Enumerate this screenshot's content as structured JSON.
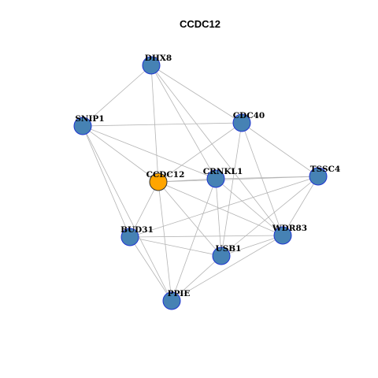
{
  "title": "CCDC12",
  "colors": {
    "node_fill": "#4682b4",
    "node_stroke": "#1f35d1",
    "focus_fill": "#ffa500",
    "focus_stroke": "#333333",
    "edge": "#b4b4b4"
  },
  "nodes": [
    {
      "id": "DHX8",
      "label": "DHX8",
      "focus": false
    },
    {
      "id": "SNIP1",
      "label": "SNIP1",
      "focus": false
    },
    {
      "id": "CDC40",
      "label": "CDC40",
      "focus": false
    },
    {
      "id": "CCDC12",
      "label": "CCDC12",
      "focus": true
    },
    {
      "id": "CRNKL1",
      "label": "CRNKL1",
      "focus": false
    },
    {
      "id": "TSSC4",
      "label": "TSSC4",
      "focus": false
    },
    {
      "id": "BUD31",
      "label": "BUD31",
      "focus": false
    },
    {
      "id": "WDR83",
      "label": "WDR83",
      "focus": false
    },
    {
      "id": "USB1",
      "label": "USB1",
      "focus": false
    },
    {
      "id": "PPIE",
      "label": "PPIE",
      "focus": false
    }
  ],
  "edges": [
    [
      "DHX8",
      "SNIP1"
    ],
    [
      "DHX8",
      "CDC40"
    ],
    [
      "DHX8",
      "CCDC12"
    ],
    [
      "DHX8",
      "CRNKL1"
    ],
    [
      "DHX8",
      "WDR83"
    ],
    [
      "SNIP1",
      "CDC40"
    ],
    [
      "SNIP1",
      "CCDC12"
    ],
    [
      "SNIP1",
      "CRNKL1"
    ],
    [
      "SNIP1",
      "BUD31"
    ],
    [
      "SNIP1",
      "PPIE"
    ],
    [
      "CDC40",
      "CCDC12"
    ],
    [
      "CDC40",
      "TSSC4"
    ],
    [
      "CDC40",
      "WDR83"
    ],
    [
      "CDC40",
      "USB1"
    ],
    [
      "CCDC12",
      "CRNKL1"
    ],
    [
      "CCDC12",
      "TSSC4"
    ],
    [
      "CCDC12",
      "BUD31"
    ],
    [
      "CCDC12",
      "WDR83"
    ],
    [
      "CCDC12",
      "USB1"
    ],
    [
      "CCDC12",
      "PPIE"
    ],
    [
      "CRNKL1",
      "TSSC4"
    ],
    [
      "CRNKL1",
      "WDR83"
    ],
    [
      "CRNKL1",
      "USB1"
    ],
    [
      "CRNKL1",
      "PPIE"
    ],
    [
      "TSSC4",
      "WDR83"
    ],
    [
      "TSSC4",
      "BUD31"
    ],
    [
      "TSSC4",
      "USB1"
    ],
    [
      "BUD31",
      "WDR83"
    ],
    [
      "BUD31",
      "USB1"
    ],
    [
      "BUD31",
      "PPIE"
    ],
    [
      "WDR83",
      "USB1"
    ],
    [
      "WDR83",
      "PPIE"
    ],
    [
      "USB1",
      "PPIE"
    ]
  ]
}
